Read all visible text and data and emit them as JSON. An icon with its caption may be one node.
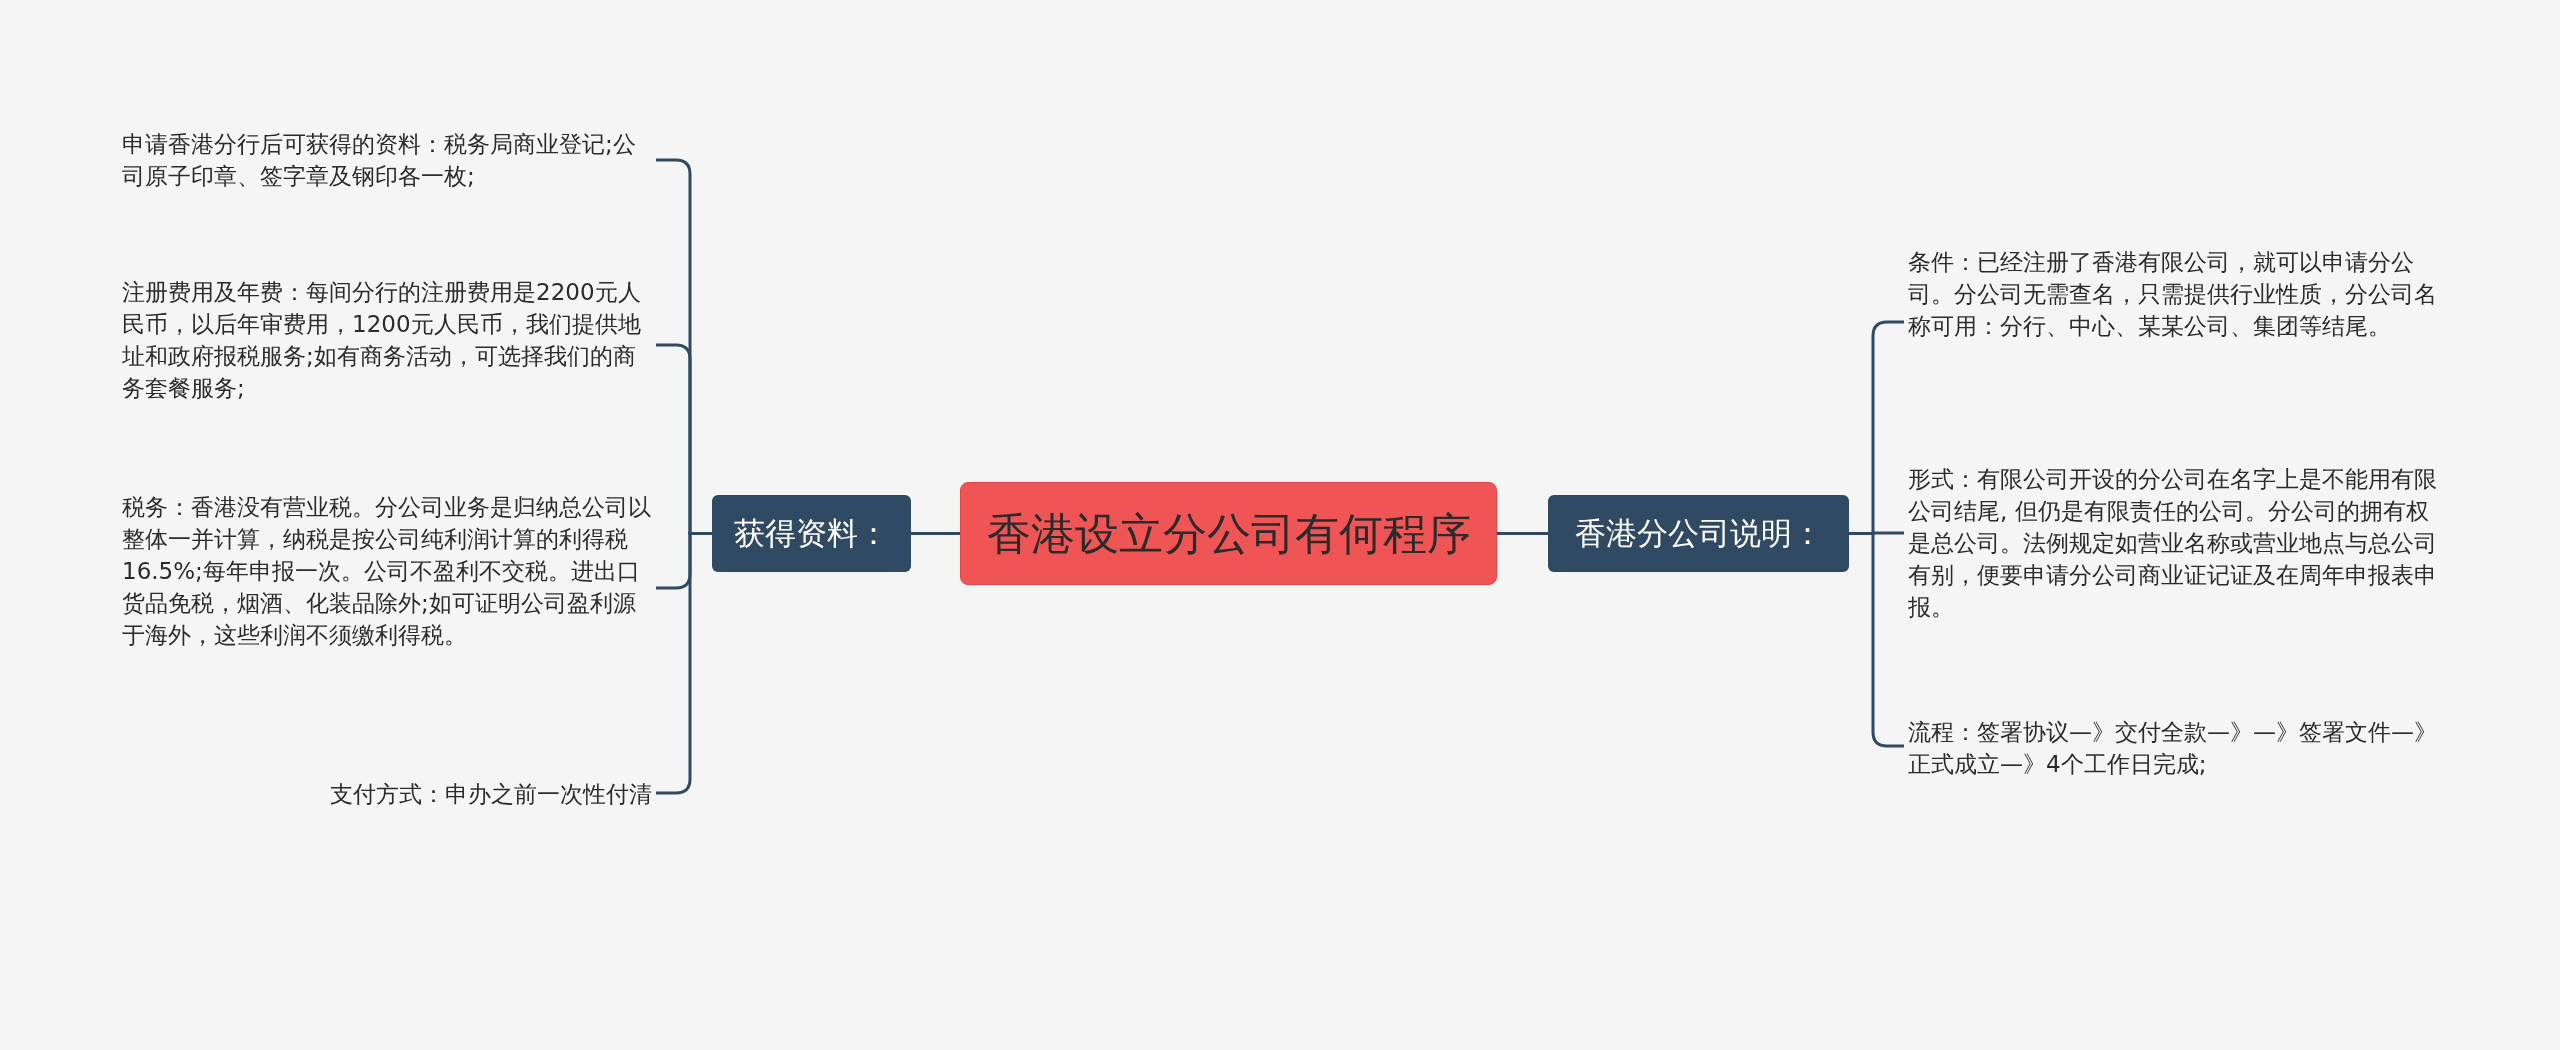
{
  "diagram": {
    "nodes": [
      {
        "text": [
          "香港设立分公司有何程序"
        ]
      },
      {
        "text": [
          "获得资料："
        ]
      },
      {
        "text": [
          "申请香港分行后可获得的资料：税务局商业登记;公司原子印章、签字章及钢印各一枚;"
        ]
      },
      {
        "text": [
          "注册费用及年费：每间分行的注册费用是2200元人民币，以后年审费用，1200元人民币，我们提供地址和政府报税服务;如有商务活动，可选择我们的商务套餐服务;"
        ]
      },
      {
        "text": [
          "税务：香港没有营业税。分公司业务是归纳总公司以整体一并计算，纳税是按公司纯利润计算的利得税16.5%;每年申报一次。公司不盈利不交税。进出口货品免税，烟酒、化装品除外;如可证明公司盈利源于海外，这些利润不须缴利得税。"
        ]
      },
      {
        "text": [
          "支付方式：申办之前一次性付清"
        ]
      },
      {
        "text": [
          "香港分公司说明："
        ]
      },
      {
        "text": [
          "条件：已经注册了香港有限公司，就可以申请分公司。分公司无需查名，只需提供行业性质，分公司名称可用：分行、中心、某某公司、集团等结尾。"
        ]
      },
      {
        "text": [
          "形式：有限公司开设的分公司在名字上是不能用有限公司结尾, 但仍是有限责任的公司。分公司的拥有权是总公司。法例规定如营业名称或营业地点与总公司有别，便要申请分公司商业证记证及在周年申报表申报。"
        ]
      },
      {
        "text": [
          "流程：签署协议—》交付全款—》—》签署文件—》正式成立—》4个工作日完成;"
        ]
      }
    ],
    "edges": [
      {
        "from": 0,
        "to": 1,
        "arrow": "none"
      },
      {
        "from": 1,
        "to": 2,
        "arrow": "none"
      },
      {
        "from": 1,
        "to": 3,
        "arrow": "none"
      },
      {
        "from": 1,
        "to": 4,
        "arrow": "none"
      },
      {
        "from": 1,
        "to": 5,
        "arrow": "none"
      },
      {
        "from": 0,
        "to": 6,
        "arrow": "none"
      },
      {
        "from": 6,
        "to": 7,
        "arrow": "none"
      },
      {
        "from": 6,
        "to": 8,
        "arrow": "none"
      },
      {
        "from": 6,
        "to": 9,
        "arrow": "none"
      }
    ]
  }
}
